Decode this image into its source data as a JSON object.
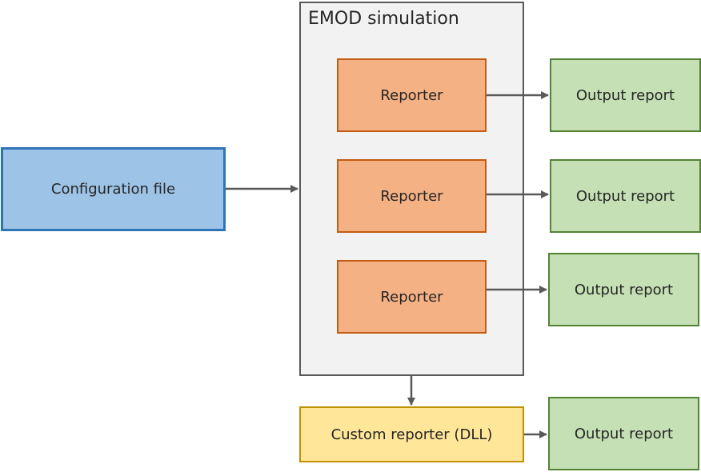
{
  "diagram": {
    "container_title": "EMOD simulation",
    "config_label": "Configuration file",
    "reporters": [
      "Reporter",
      "Reporter",
      "Reporter"
    ],
    "outputs": [
      "Output report",
      "Output report",
      "Output report",
      "Output report"
    ],
    "custom_label": "Custom reporter (DLL)"
  },
  "colors": {
    "config_fill": "#9dc3e6",
    "config_border": "#2e75b6",
    "reporter_fill": "#f4b183",
    "reporter_border": "#c55a11",
    "output_fill": "#c5e0b4",
    "output_border": "#548235",
    "custom_fill": "#ffe699",
    "custom_border": "#bf9000",
    "container_fill": "#f2f2f2",
    "container_border": "#595959",
    "arrow": "#595959"
  }
}
